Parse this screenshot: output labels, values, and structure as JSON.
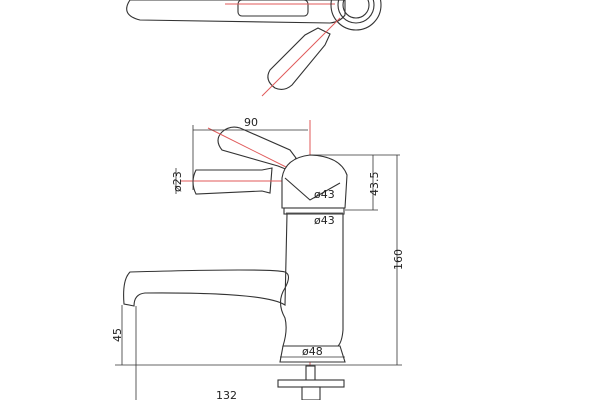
{
  "drawing": {
    "dimensions": {
      "width_handle": "90",
      "handle_diameter": "ø23",
      "head_diameter": "ø43",
      "collar_diameter": "ø43",
      "head_height": "43.5",
      "total_height": "160",
      "spout_height": "45",
      "base_diameter": "ø48",
      "spout_reach": "132"
    },
    "colors": {
      "outline": "#333333",
      "centerline": "#e05a5a"
    }
  }
}
